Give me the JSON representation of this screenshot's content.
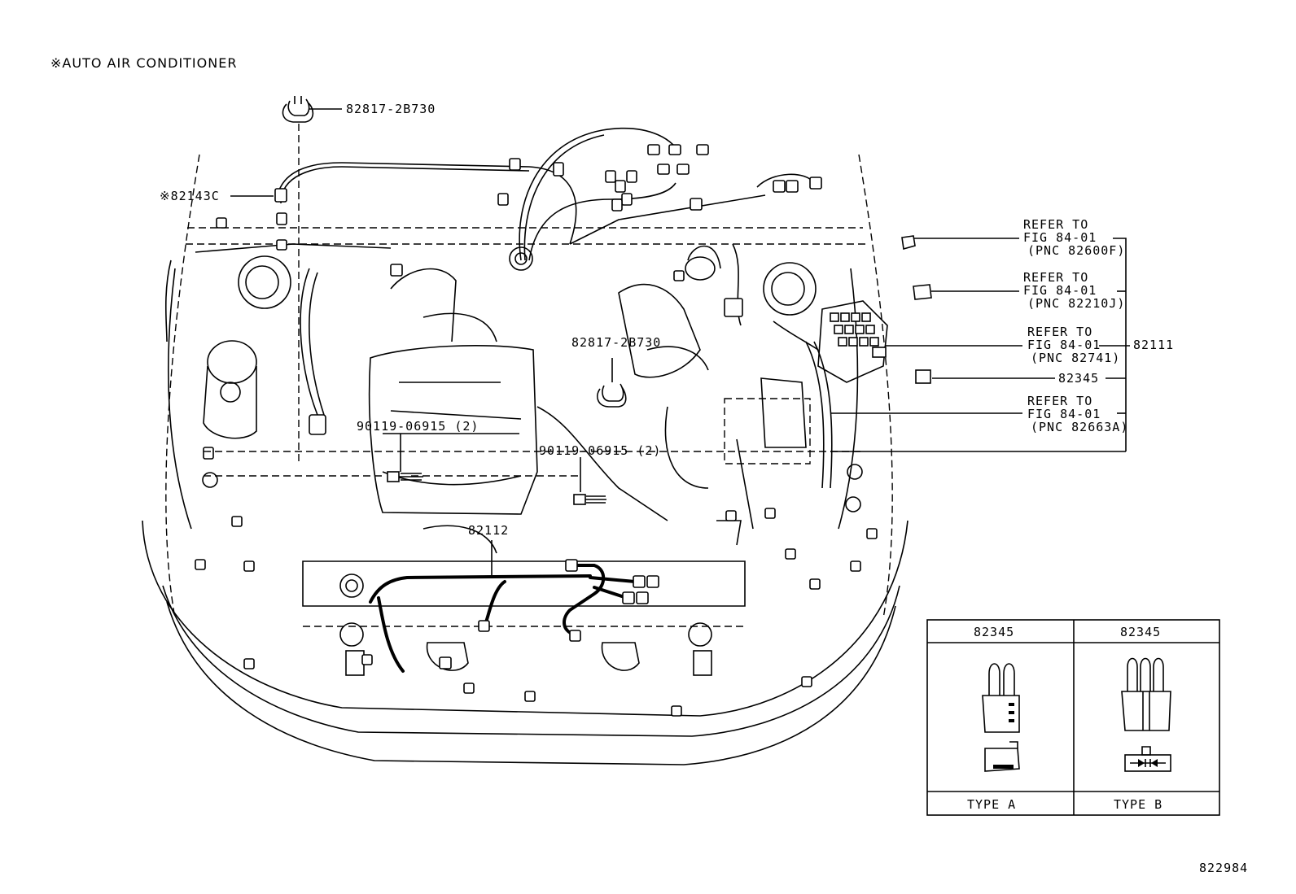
{
  "title": "※AUTO AIR CONDITIONER",
  "figure_number": "822984",
  "callouts": {
    "clamp_top": "82817-2B730",
    "clamp_mid": "82817-2B730",
    "relay_note": "※82143C",
    "bolt_left": "90119-06915 (2)",
    "bolt_right": "90119-06915 (2)",
    "harness": "82112",
    "engine_wire": "82111",
    "relay_82345": "82345"
  },
  "refer_notes": [
    {
      "line1": "REFER TO",
      "line2": "FIG 84-01",
      "line3": "(PNC 82600F)"
    },
    {
      "line1": "REFER TO",
      "line2": "FIG 84-01",
      "line3": "(PNC 82210J)"
    },
    {
      "line1": "REFER TO",
      "line2": "FIG 84-01",
      "line3": "(PNC 82741)"
    },
    {
      "line1": "REFER TO",
      "line2": "FIG 84-01",
      "line3": "(PNC 82663A)"
    }
  ],
  "type_table": {
    "col_a_header": "82345",
    "col_b_header": "82345",
    "col_a_footer": "TYPE  A",
    "col_b_footer": "TYPE  B"
  }
}
